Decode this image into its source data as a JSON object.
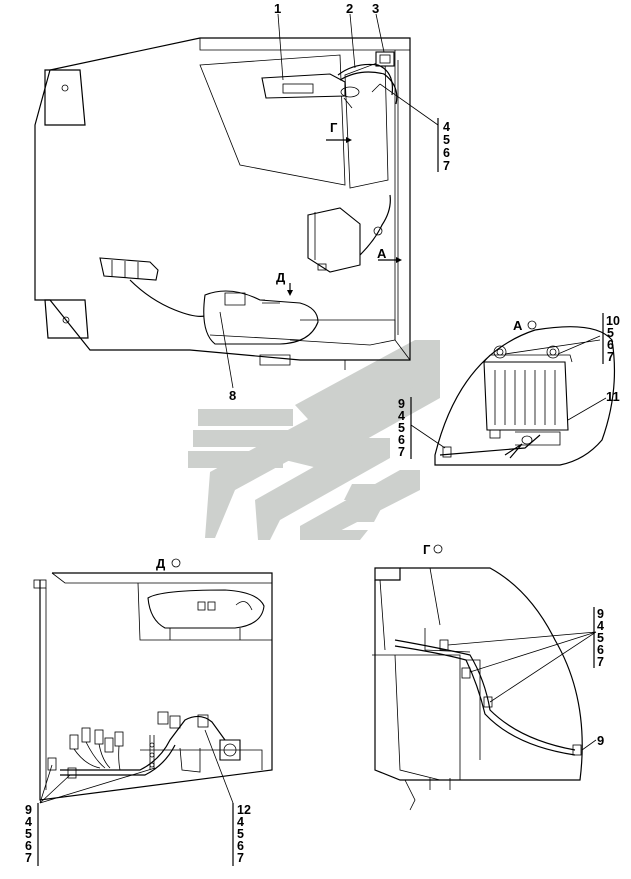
{
  "main_view": {
    "callouts": [
      "1",
      "2",
      "3",
      "8"
    ],
    "stack_top": [
      "4",
      "5",
      "6",
      "7"
    ],
    "view_marks": {
      "g": "Г",
      "a": "А",
      "d": "Д"
    }
  },
  "view_a": {
    "title": "А",
    "stack_right": [
      "10",
      "5",
      "6",
      "7"
    ],
    "callout_11": "11",
    "stack_left": [
      "9",
      "4",
      "5",
      "6",
      "7"
    ]
  },
  "view_d": {
    "title": "Д",
    "stack_left": [
      "9",
      "4",
      "5",
      "6",
      "7"
    ],
    "stack_right": [
      "12",
      "4",
      "5",
      "6",
      "7"
    ]
  },
  "view_g": {
    "title": "Г",
    "stack": [
      "9",
      "4",
      "5",
      "6",
      "7"
    ],
    "callout_9": "9"
  },
  "colors": {
    "line": "#000000",
    "watermark": "#c9ccc9"
  }
}
